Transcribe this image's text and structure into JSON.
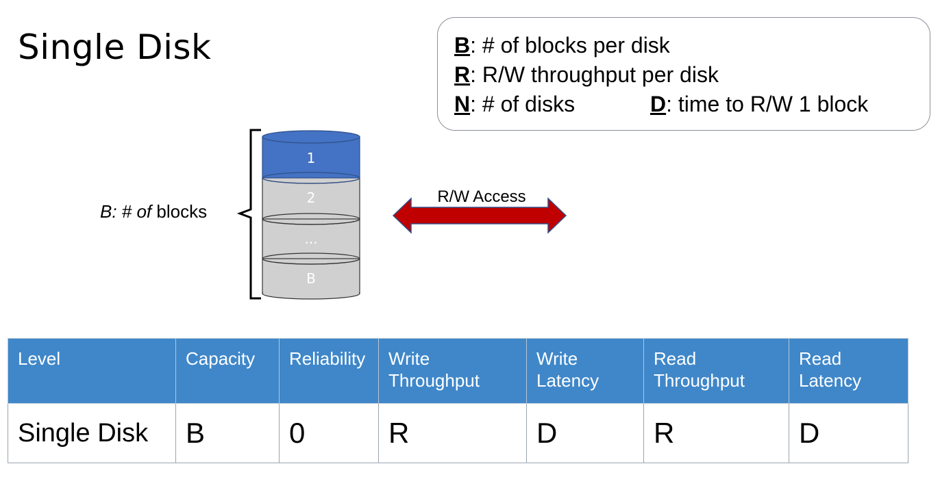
{
  "title": "Single Disk",
  "legend": {
    "b_key": "B",
    "b_text": ": # of blocks per disk",
    "r_key": "R",
    "r_text": ": R/W throughput per disk",
    "n_key": "N",
    "n_text": ": # of disks",
    "d_key": "D",
    "d_text": ": time to R/W 1 block"
  },
  "disk": {
    "label_prefix": "B: # of",
    "label_suffix": " blocks",
    "blocks": [
      "1",
      "2",
      "...",
      "B"
    ],
    "active_color": "#4472c4",
    "block_color": "#d0d0d0"
  },
  "access": {
    "label": "R/W Access",
    "arrow_color": "#c00000"
  },
  "table": {
    "headers": [
      "Level",
      "Capacity",
      "Reliability",
      "Write Throughput",
      "Write Latency",
      "Read Throughput",
      "Read Latency"
    ],
    "row": [
      "Single Disk",
      "B",
      "0",
      "R",
      "D",
      "R",
      "D"
    ],
    "header_color": "#3f87c9"
  }
}
